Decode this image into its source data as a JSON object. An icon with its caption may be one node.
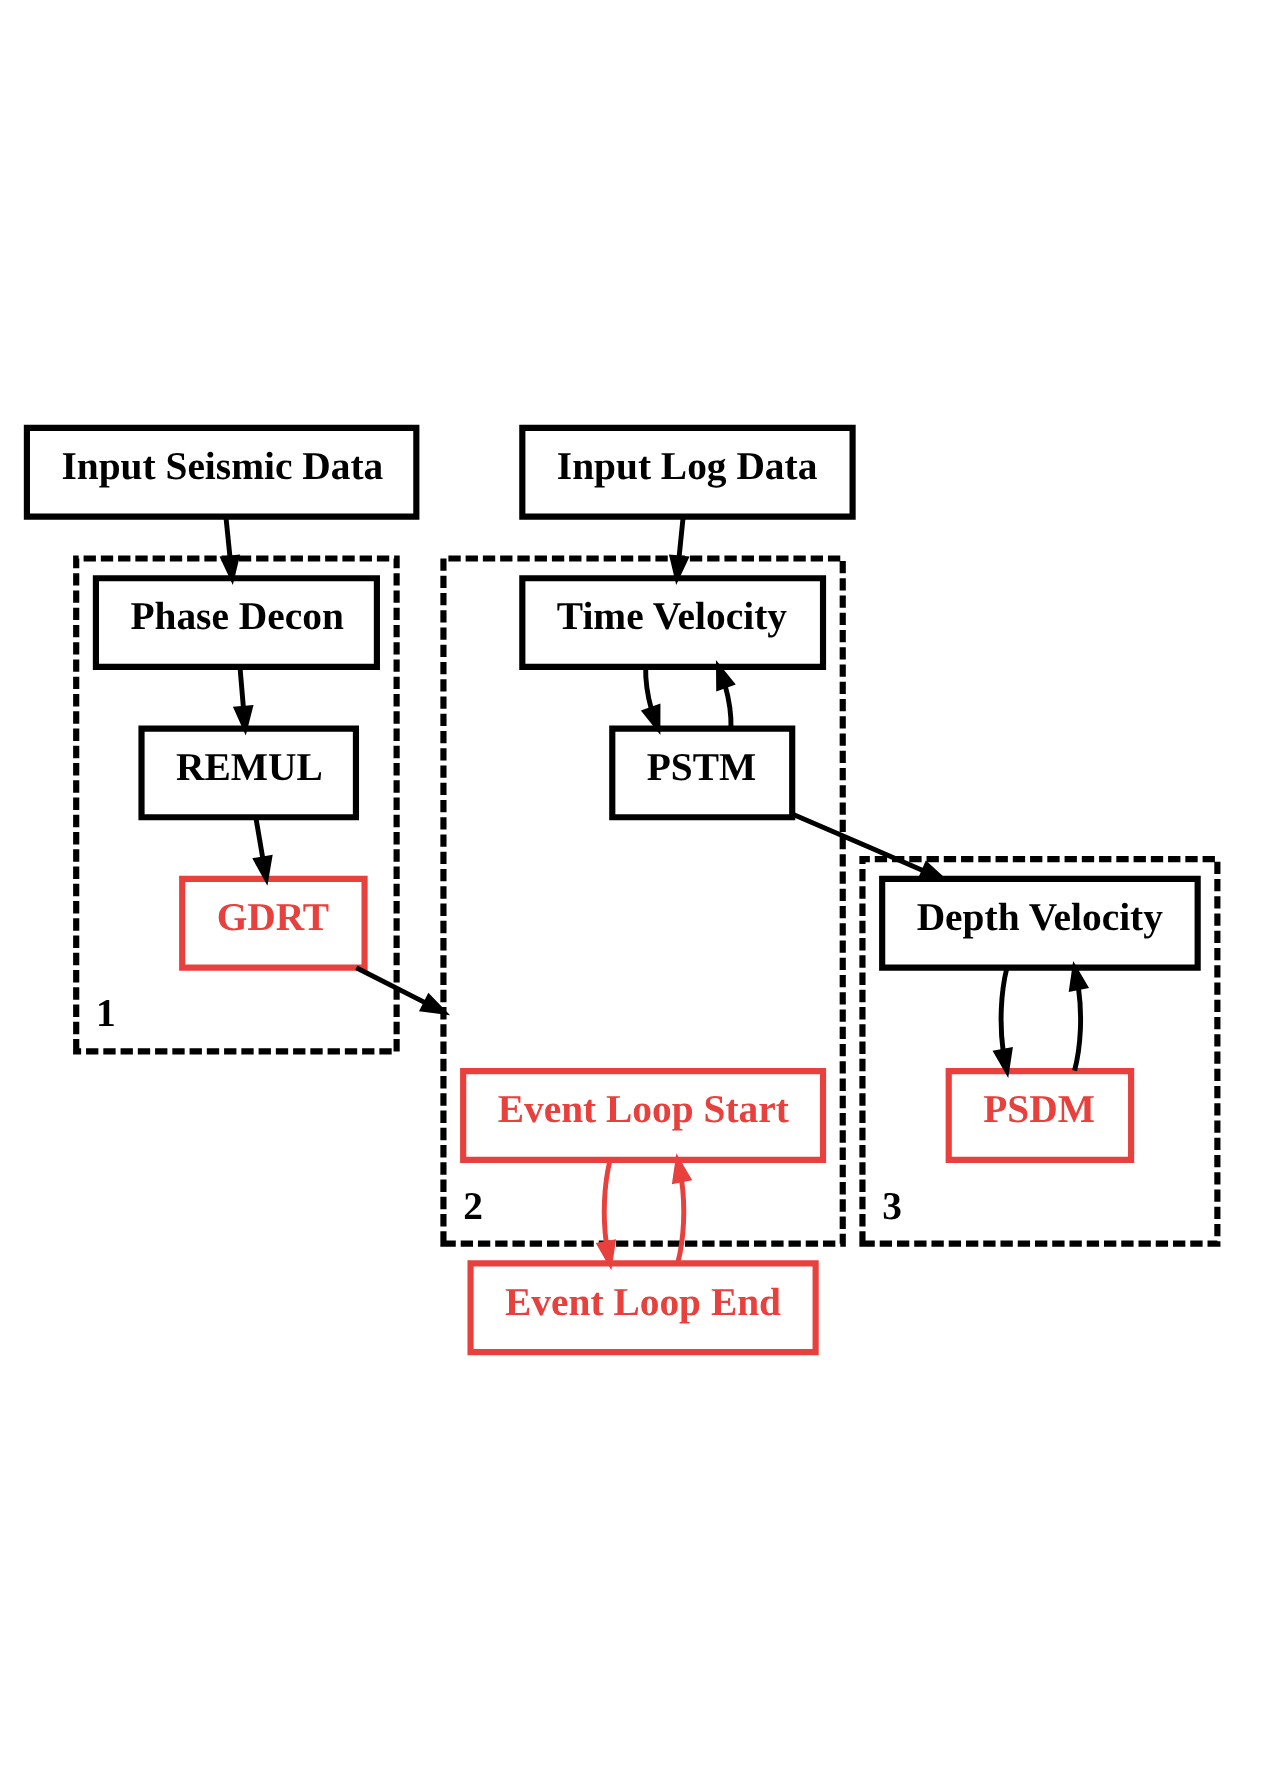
{
  "diagram": {
    "nodes": [
      {
        "text": [
          "Input Seismic Data"
        ]
      },
      {
        "text": [
          "Input Log Data"
        ]
      },
      {
        "text": [
          "1"
        ]
      },
      {
        "text": [
          "Phase Decon"
        ],
        "in": 2
      },
      {
        "text": [
          "REMUL"
        ],
        "in": 2
      },
      {
        "text": [
          "GDRT"
        ],
        "in": 2
      },
      {
        "text": [
          "2"
        ]
      },
      {
        "text": [
          "Event Loop Start"
        ],
        "in": 6
      },
      {
        "text": [
          "Time Velocity"
        ],
        "in": 6
      },
      {
        "text": [
          "PSTM"
        ],
        "in": 6
      },
      {
        "text": [
          "3"
        ]
      },
      {
        "text": [
          "Depth Velocity"
        ],
        "in": 10
      },
      {
        "text": [
          "PSDM"
        ],
        "in": 10
      },
      {
        "text": [
          "Event Loop End"
        ]
      }
    ],
    "edges": [
      {
        "from": 0,
        "to": 3,
        "arrow": "to"
      },
      {
        "from": 3,
        "to": 4,
        "arrow": "to"
      },
      {
        "from": 4,
        "to": 5,
        "arrow": "to"
      },
      {
        "from": 5,
        "to": 6,
        "arrow": "to"
      },
      {
        "from": 1,
        "to": 8,
        "arrow": "to"
      },
      {
        "from": 8,
        "to": 9,
        "arrow": "to"
      },
      {
        "from": 9,
        "to": 8,
        "arrow": "to"
      },
      {
        "from": 9,
        "to": 11,
        "arrow": "to"
      },
      {
        "from": 11,
        "to": 12,
        "arrow": "to"
      },
      {
        "from": 12,
        "to": 11,
        "arrow": "to"
      },
      {
        "from": 7,
        "to": 13,
        "arrow": "to",
        "color": "#e8403c"
      },
      {
        "from": 13,
        "to": 7,
        "arrow": "to",
        "color": "#e8403c"
      }
    ]
  }
}
